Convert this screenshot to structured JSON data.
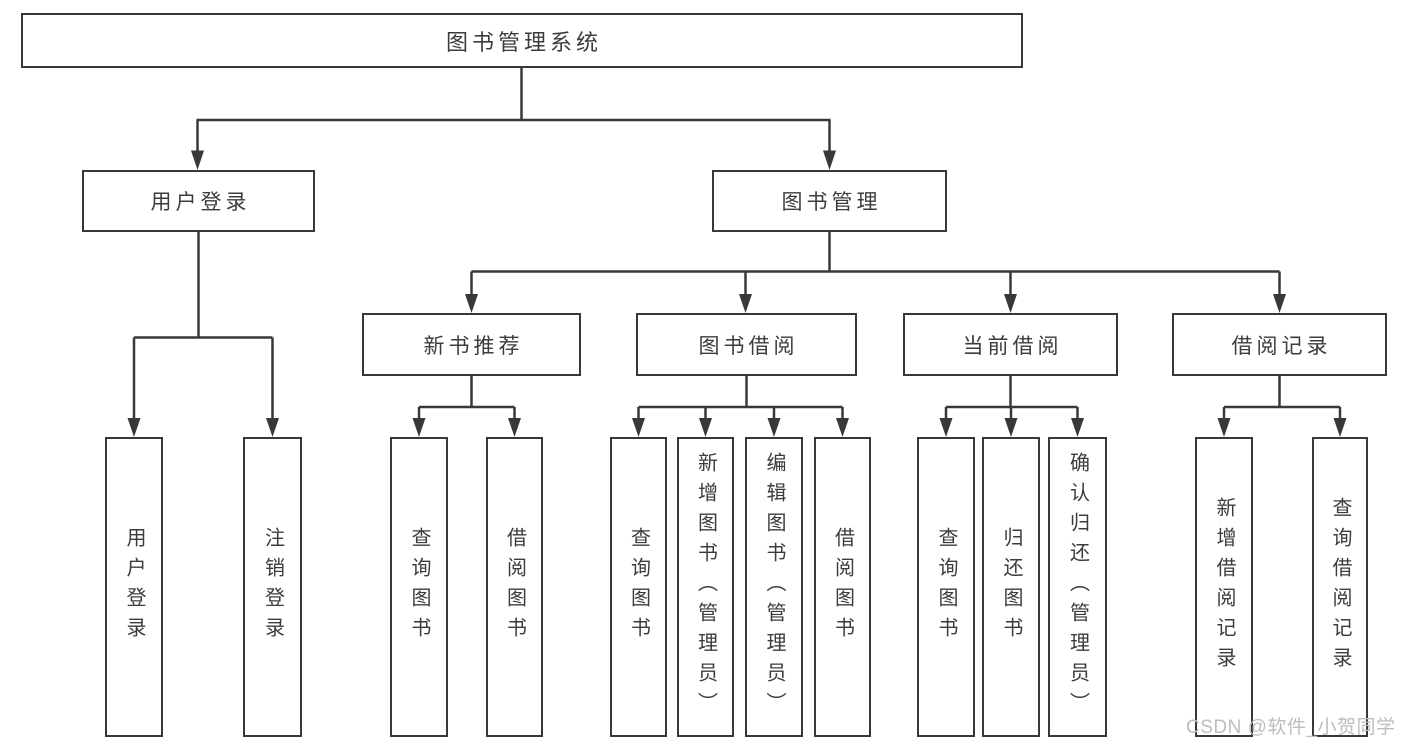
{
  "diagram": {
    "root": {
      "label": "图书管理系统"
    },
    "branches": [
      {
        "label": "用户登录",
        "children": [
          {
            "label": "用户登录"
          },
          {
            "label": "注销登录"
          }
        ]
      },
      {
        "label": "图书管理",
        "sections": [
          {
            "label": "新书推荐",
            "children": [
              {
                "label": "查询图书"
              },
              {
                "label": "借阅图书"
              }
            ]
          },
          {
            "label": "图书借阅",
            "children": [
              {
                "label": "查询图书"
              },
              {
                "label": "新增图书（管理员）"
              },
              {
                "label": "编辑图书（管理员）"
              },
              {
                "label": "借阅图书"
              }
            ]
          },
          {
            "label": "当前借阅",
            "children": [
              {
                "label": "查询图书"
              },
              {
                "label": "归还图书"
              },
              {
                "label": "确认归还（管理员）"
              }
            ]
          },
          {
            "label": "借阅记录",
            "children": [
              {
                "label": "新增借阅记录"
              },
              {
                "label": "查询借阅记录"
              }
            ]
          }
        ]
      }
    ],
    "colors": {
      "line": "#383838",
      "text": "#3c3c3c",
      "box_fill": "#ffffff"
    }
  },
  "watermark": {
    "text": "CSDN @软件_小贺同学",
    "color": "#bdbdbd"
  }
}
